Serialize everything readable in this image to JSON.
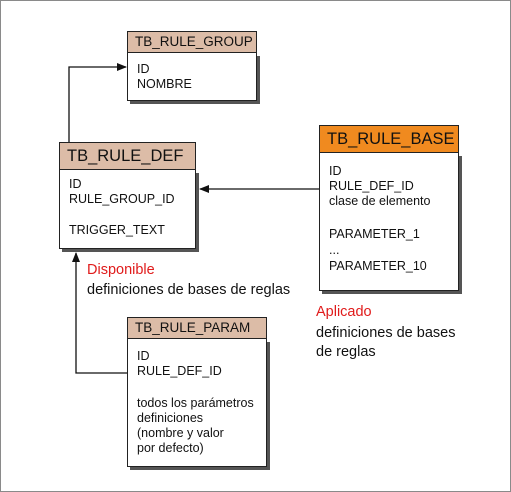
{
  "entities": {
    "rule_group": {
      "name": "TB_RULE_GROUP",
      "fields": [
        "ID",
        "NOMBRE"
      ]
    },
    "rule_def": {
      "name": "TB_RULE_DEF",
      "fields": [
        "ID",
        "RULE_GROUP_ID",
        "TRIGGER_TEXT"
      ]
    },
    "rule_base": {
      "name": "TB_RULE_BASE",
      "fields": [
        "ID",
        "RULE_DEF_ID",
        "clase de elemento",
        "PARAMETER_1",
        "...",
        "PARAMETER_10"
      ]
    },
    "rule_param": {
      "name": "TB_RULE_PARAM",
      "fields": [
        "ID",
        "RULE_DEF_ID",
        "todos los parámetros",
        "definiciones",
        "(nombre y valor",
        "por defecto)"
      ]
    }
  },
  "annotations": {
    "param_to_def": {
      "label": "Disponible",
      "text": "definiciones de bases de reglas"
    },
    "base_to_def": {
      "label": "Aplicado",
      "line1": "definiciones de bases",
      "line2": "de reglas"
    }
  },
  "colors": {
    "header_default": "#dcbca7",
    "header_highlight": "#f08a1f",
    "annotation_label": "#e01b1b",
    "line": "#111111"
  }
}
